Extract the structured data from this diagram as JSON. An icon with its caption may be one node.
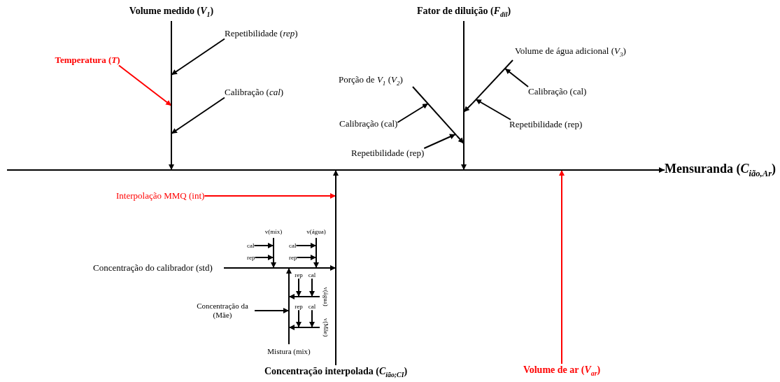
{
  "diagram": {
    "nodes": [
      {
        "text": [],
        "shape": "line",
        "beside": [
          "Volume medido (*V*$_{1}$)"
        ]
      },
      {
        "text": [
          "Repetibilidade (*rep*)"
        ]
      },
      {
        "text": [
          "Temperatura (*T*)"
        ]
      },
      {
        "text": [
          "Calibração (*cal*)"
        ]
      },
      {
        "text": [],
        "shape": "line",
        "beside": [
          "Fator de diluição (*F*$_{dil}$)"
        ]
      },
      {
        "text": [],
        "shape": "line",
        "beside": [
          "Volume de água adicional (*V*$_{3}$)"
        ]
      },
      {
        "text": [
          "Calibração (cal)"
        ]
      },
      {
        "text": [
          "Repetibilidade (rep)"
        ]
      },
      {
        "text": [],
        "shape": "line",
        "beside": [
          "Porção de *V*$_{1}$ (*V*$_{2}$)"
        ]
      },
      {
        "text": [
          "Calibração (cal)"
        ]
      },
      {
        "text": [
          "Repetibilidade (rep)"
        ]
      },
      {
        "text": [],
        "shape": "line"
      },
      {
        "text": [
          "Mensuranda (*C*$_{ião,Ar}$)"
        ]
      },
      {
        "text": [
          "Interpolação MMQ (int)"
        ]
      },
      {
        "text": [],
        "shape": "line",
        "beside": [
          "Concentração do calibrador (std)"
        ]
      },
      {
        "text": [],
        "shape": "line",
        "beside": [
          "v(mix)"
        ]
      },
      {
        "text": [
          "cal"
        ]
      },
      {
        "text": [
          "rep"
        ]
      },
      {
        "text": [],
        "shape": "line",
        "beside": [
          "v(água)"
        ]
      },
      {
        "text": [
          "cal"
        ]
      },
      {
        "text": [
          "rep"
        ]
      },
      {
        "text": [
          "Concentração da (Mãe)"
        ]
      },
      {
        "text": [],
        "shape": "line",
        "beside": [
          "Mistura (mix)"
        ]
      },
      {
        "text": [
          "rep"
        ]
      },
      {
        "text": [
          "cal"
        ]
      },
      {
        "text": [],
        "shape": "line",
        "beside": [
          "v(água)"
        ]
      },
      {
        "text": [
          "rep"
        ]
      },
      {
        "text": [
          "cal"
        ]
      },
      {
        "text": [],
        "shape": "line",
        "beside": [
          "v(Mãe)"
        ]
      },
      {
        "text": [],
        "shape": "line",
        "beside": [
          "Concentração interpolada (*C*$_{ião;CI}$)"
        ]
      },
      {
        "text": [],
        "shape": "line",
        "beside": [
          "Volume de ar (*V*$_{ar}$)"
        ]
      }
    ],
    "edges": [
      {
        "from": 0,
        "to": 11,
        "arrow": "to"
      },
      {
        "from": 1,
        "to": 0,
        "arrow": "to"
      },
      {
        "from": 2,
        "to": 0,
        "arrow": "to",
        "color": "#ff0000"
      },
      {
        "from": 3,
        "to": 0,
        "arrow": "to"
      },
      {
        "from": 4,
        "to": 11,
        "arrow": "to"
      },
      {
        "from": 5,
        "to": 4,
        "arrow": "to"
      },
      {
        "from": 6,
        "to": 5,
        "arrow": "to"
      },
      {
        "from": 7,
        "to": 5,
        "arrow": "to"
      },
      {
        "from": 8,
        "to": 4,
        "arrow": "to"
      },
      {
        "from": 9,
        "to": 8,
        "arrow": "to"
      },
      {
        "from": 10,
        "to": 8,
        "arrow": "to"
      },
      {
        "from": 11,
        "to": 12,
        "arrow": "to"
      },
      {
        "from": 29,
        "to": 11,
        "arrow": "to"
      },
      {
        "from": 13,
        "to": 29,
        "arrow": "to",
        "color": "#ff0000"
      },
      {
        "from": 14,
        "to": 29,
        "arrow": "to"
      },
      {
        "from": 15,
        "to": 14,
        "arrow": "to"
      },
      {
        "from": 16,
        "to": 15,
        "arrow": "to"
      },
      {
        "from": 17,
        "to": 15,
        "arrow": "to"
      },
      {
        "from": 18,
        "to": 14,
        "arrow": "to"
      },
      {
        "from": 19,
        "to": 18,
        "arrow": "to"
      },
      {
        "from": 20,
        "to": 18,
        "arrow": "to"
      },
      {
        "from": 22,
        "to": 14,
        "arrow": "to"
      },
      {
        "from": 21,
        "to": 22,
        "arrow": "to"
      },
      {
        "from": 25,
        "to": 22,
        "arrow": "to"
      },
      {
        "from": 23,
        "to": 25,
        "arrow": "to"
      },
      {
        "from": 24,
        "to": 25,
        "arrow": "to"
      },
      {
        "from": 28,
        "to": 22,
        "arrow": "to"
      },
      {
        "from": 26,
        "to": 28,
        "arrow": "to"
      },
      {
        "from": 27,
        "to": 28,
        "arrow": "to"
      },
      {
        "from": 30,
        "to": 11,
        "arrow": "to",
        "color": "#ff0000"
      }
    ]
  }
}
